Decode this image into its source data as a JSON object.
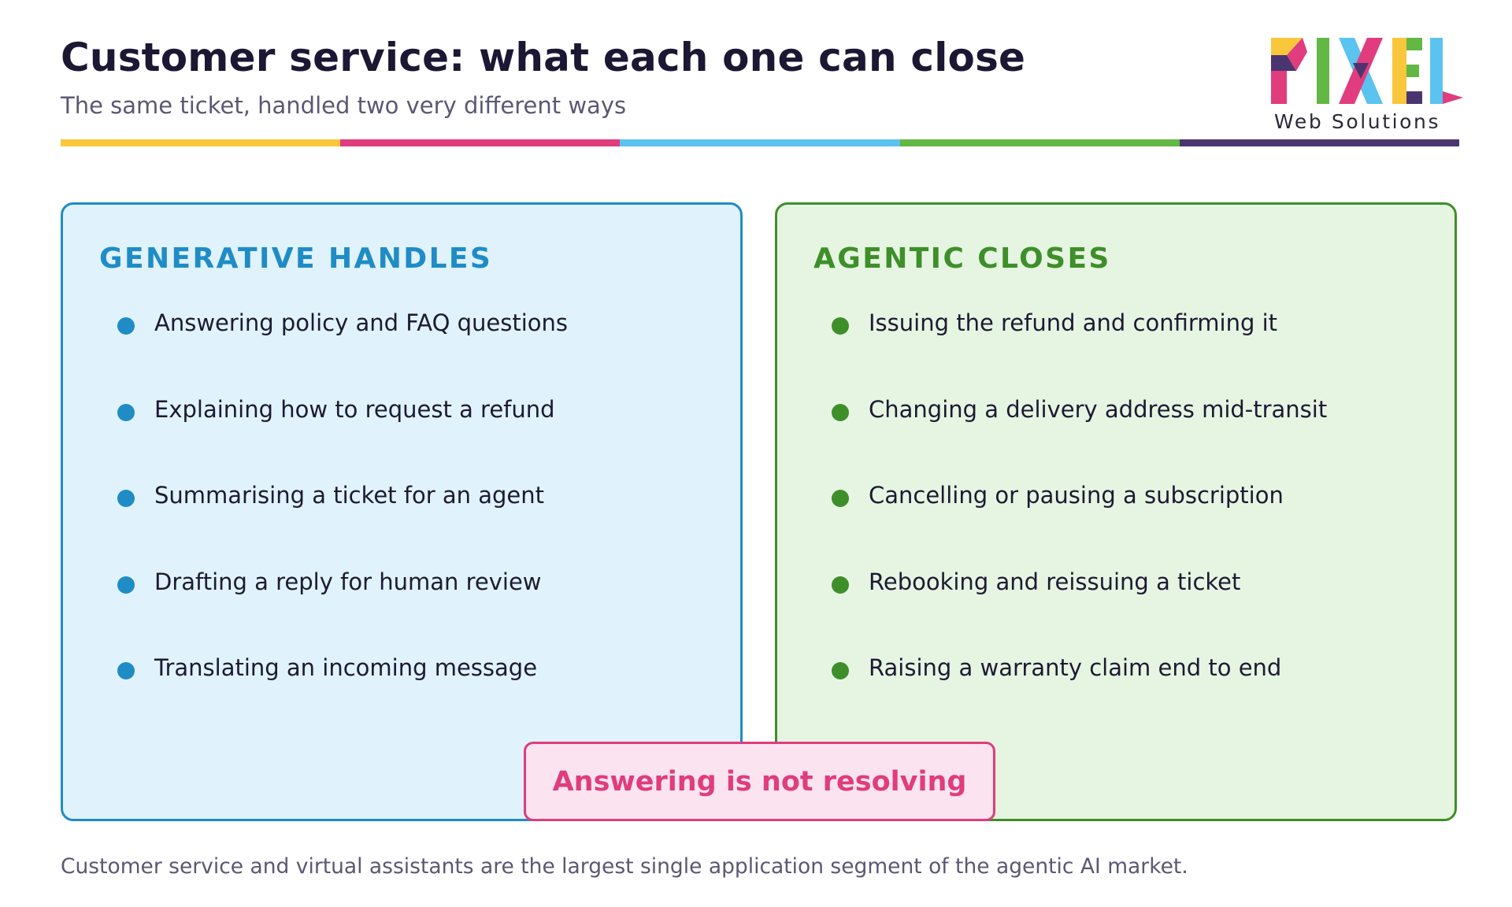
{
  "header": {
    "title": "Customer service: what each one can close",
    "subtitle": "The same ticket, handled two very different ways"
  },
  "logo": {
    "wordmark": "PIXEL",
    "tagline": "Web Solutions"
  },
  "stripe_colors": [
    "#f9c73c",
    "#e03c7e",
    "#5bc3ef",
    "#63b744",
    "#4a3570"
  ],
  "colors": {
    "generative_accent": "#1f8cc6",
    "generative_bg": "#e0f2fb",
    "agentic_accent": "#3e8f2a",
    "agentic_bg": "#e6f5e1",
    "callout_accent": "#e03c7e",
    "callout_bg": "#fbe4ef"
  },
  "generative": {
    "title": "GENERATIVE HANDLES",
    "items": [
      "Answering policy and FAQ questions",
      "Explaining how to request a refund",
      "Summarising a ticket for an agent",
      "Drafting a reply for human review",
      "Translating an incoming message"
    ]
  },
  "agentic": {
    "title": "AGENTIC CLOSES",
    "items": [
      "Issuing the refund and confirming it",
      "Changing a delivery address mid-transit",
      "Cancelling or pausing a subscription",
      "Rebooking and reissuing a ticket",
      "Raising a warranty claim end to end"
    ]
  },
  "callout": "Answering is not resolving",
  "footnote": "Customer service and virtual assistants are the largest single application segment of the agentic AI market."
}
